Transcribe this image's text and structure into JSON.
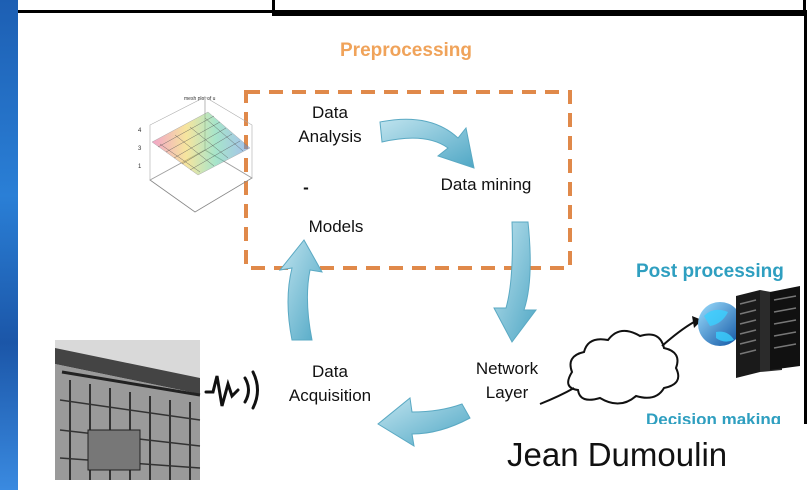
{
  "diagram": {
    "preprocessing_label": "Preprocessing",
    "post_processing_label": "Post processing",
    "decision_making_label": "Decision making",
    "nodes": {
      "data_analysis": "Data\nAnalysis",
      "dash": "-",
      "models": "Models",
      "data_mining": "Data mining",
      "network_layer": "Network\nLayer",
      "data_acquisition": "Data\nAcquisition"
    },
    "plot_title": "mesh plot of u",
    "colors": {
      "preprocessing": "#f0a35a",
      "accent": "#2f9fc0",
      "arrow": "#7cc3d6",
      "dashed_box": "#e0894a"
    },
    "icons": [
      "mesh-plot-image",
      "bridge-structure-image",
      "sensor-wave-icon",
      "cloud-icon",
      "globe-icon",
      "server-rack-icon"
    ]
  },
  "author": "Jean Dumoulin"
}
